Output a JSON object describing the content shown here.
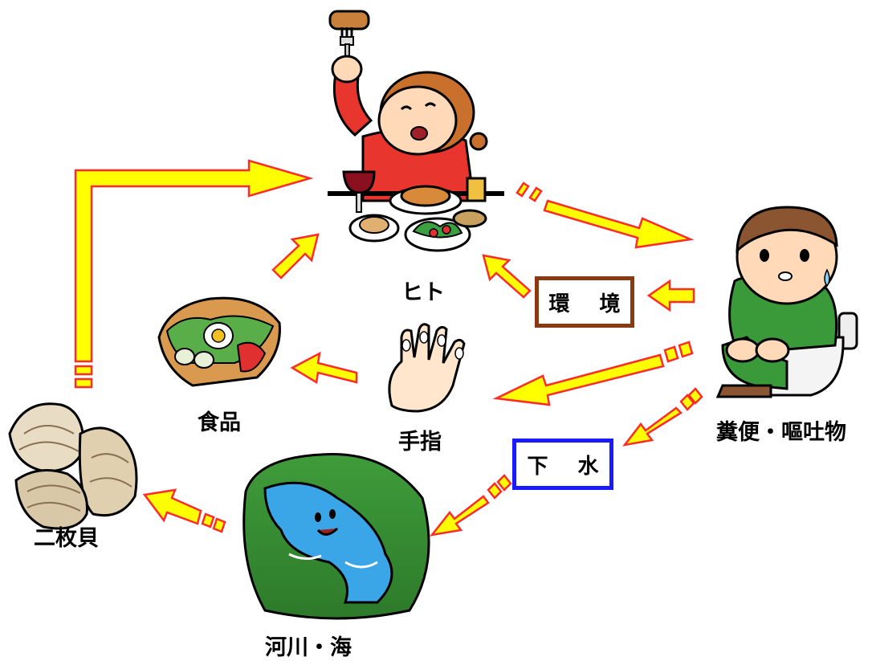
{
  "nodes": {
    "human": "ヒト",
    "patient": "糞便・嘔吐物",
    "food": "食品",
    "fingers": "手指",
    "shellfish": "二枚貝",
    "river_sea": "河川・海"
  },
  "boxes": {
    "environment": "環 境",
    "sewage": "下 水"
  },
  "colors": {
    "arrow_fill": "#ffff00",
    "arrow_stroke": "#ff2a2a",
    "environment_border": "#8a3a10",
    "sewage_border": "#1a1aff"
  },
  "icons": [
    "person-eating-icon",
    "sick-person-on-toilet-icon",
    "salad-icon",
    "hand-icon",
    "clams-icon",
    "river-icon"
  ]
}
